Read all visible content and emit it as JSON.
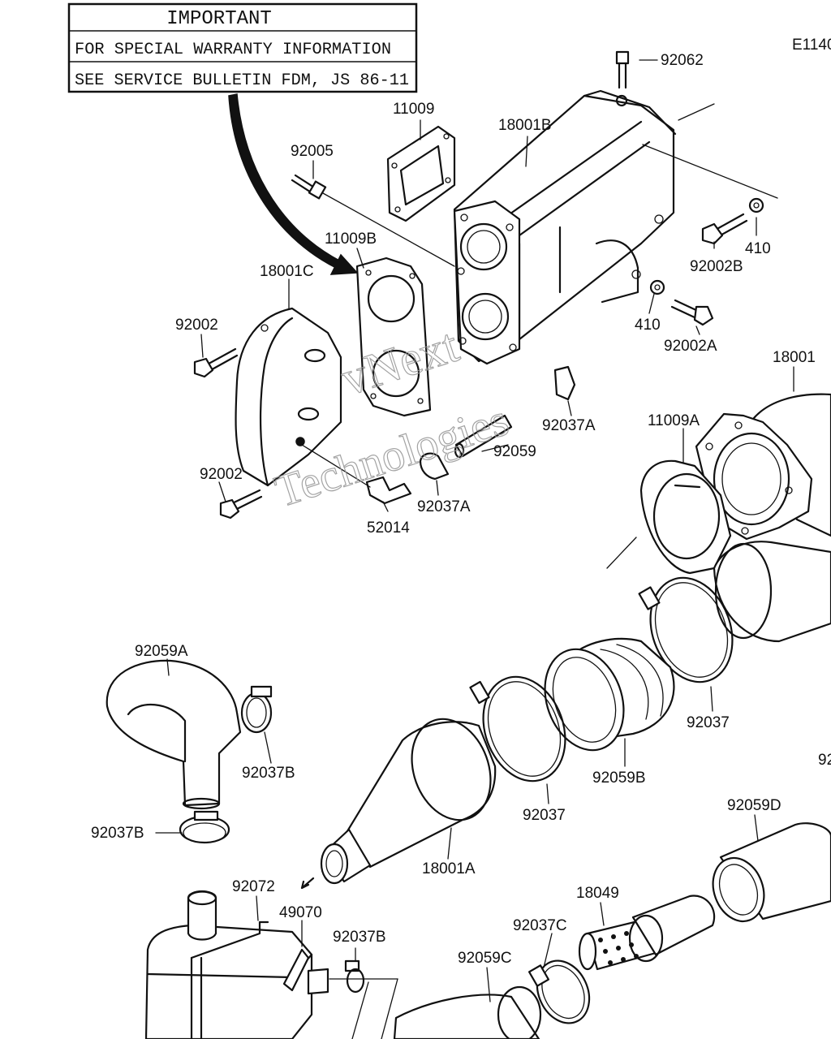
{
  "diagram_code": "E1140",
  "notice": {
    "title": "IMPORTANT",
    "line1": "FOR SPECIAL WARRANTY INFORMATION",
    "line2": "SEE SERVICE BULLETIN FDM, JS 86-11"
  },
  "watermark": {
    "line1": "vNext",
    "line2": "Technologies"
  },
  "parts": [
    {
      "id": "92062"
    },
    {
      "id": "11009"
    },
    {
      "id": "18001B"
    },
    {
      "id": "92005"
    },
    {
      "id": "11009B"
    },
    {
      "id": "18001C"
    },
    {
      "id": "410"
    },
    {
      "id": "92002B"
    },
    {
      "id": "410"
    },
    {
      "id": "92002A"
    },
    {
      "id": "92002"
    },
    {
      "id": "18001"
    },
    {
      "id": "92037A"
    },
    {
      "id": "92059"
    },
    {
      "id": "11009A"
    },
    {
      "id": "92002"
    },
    {
      "id": "52014"
    },
    {
      "id": "92037A"
    },
    {
      "id": "92059A"
    },
    {
      "id": "92037B"
    },
    {
      "id": "92037"
    },
    {
      "id": "92059B"
    },
    {
      "id": "92037"
    },
    {
      "id": "92"
    },
    {
      "id": "92037B"
    },
    {
      "id": "18001A"
    },
    {
      "id": "92059D"
    },
    {
      "id": "92072"
    },
    {
      "id": "49070"
    },
    {
      "id": "92037B"
    },
    {
      "id": "18049"
    },
    {
      "id": "92037C"
    },
    {
      "id": "92059C"
    }
  ]
}
